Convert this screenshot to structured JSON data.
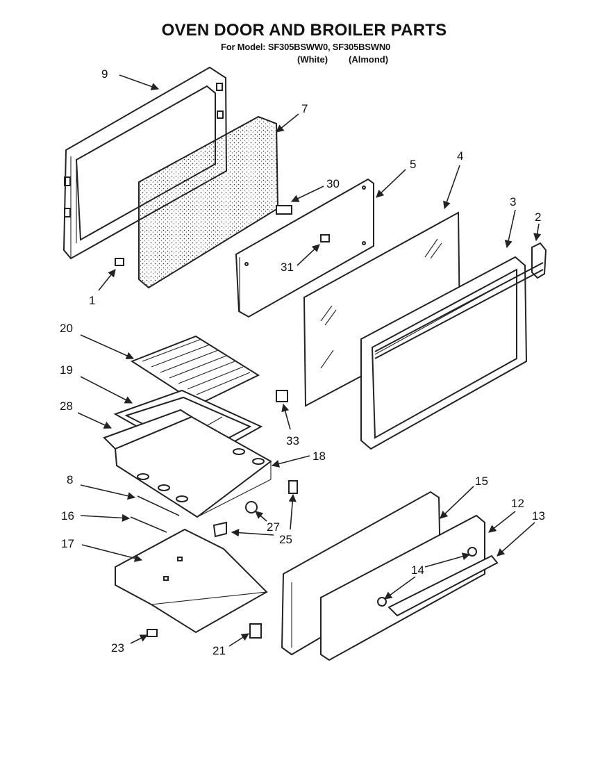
{
  "page": {
    "title": "OVEN DOOR AND BROILER PARTS",
    "subtitle": "For Model: SF305BSWW0, SF305BSWN0",
    "variants": [
      "(White)",
      "(Almond)"
    ]
  },
  "callouts": [
    "9",
    "7",
    "30",
    "5",
    "4",
    "3",
    "2",
    "31",
    "1",
    "20",
    "19",
    "28",
    "33",
    "18",
    "8",
    "16",
    "27",
    "25",
    "17",
    "15",
    "12",
    "13",
    "14",
    "23",
    "21"
  ]
}
